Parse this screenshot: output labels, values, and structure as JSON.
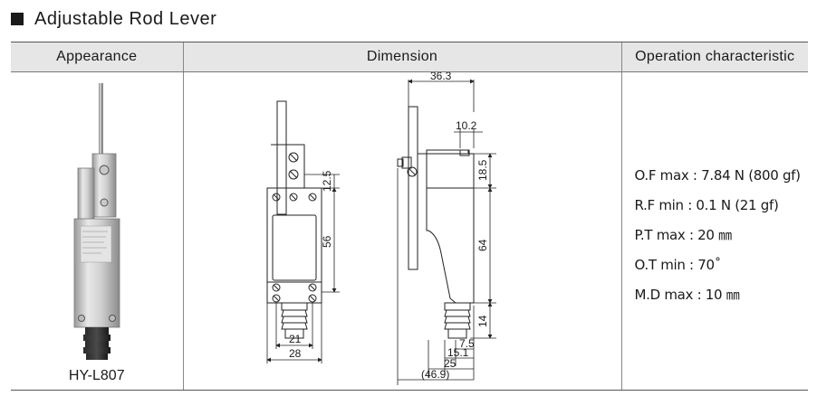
{
  "title": "Adjustable Rod Lever",
  "table": {
    "headers": [
      "Appearance",
      "Dimension",
      "Operation characteristic"
    ]
  },
  "appearance": {
    "model": "HY-L807"
  },
  "dimension": {
    "labels": [
      "36.3",
      "10.2",
      "18.5",
      "64",
      "14",
      "7.5",
      "15.1",
      "25",
      "(46.9)",
      "12.5",
      "56",
      "21",
      "28"
    ]
  },
  "characteristics": [
    "O.F max : 7.84 N (800 gf)",
    "R.F min : 0.1 N (21 gf)",
    "P.T max : 20 ㎜",
    "O.T min : 70˚",
    "M.D max : 10 ㎜"
  ]
}
